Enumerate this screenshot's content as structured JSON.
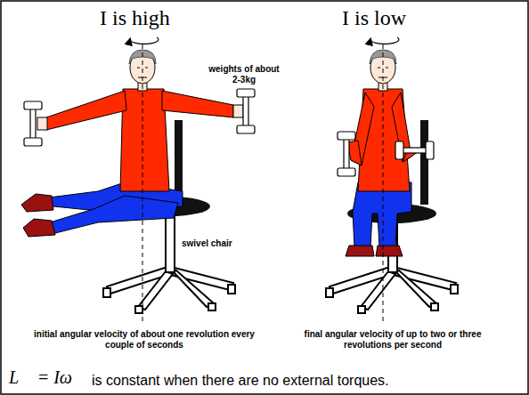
{
  "diagram": {
    "labels": [
      "I is high",
      "I is low",
      "weights of about 2-3kg",
      "swivel chair",
      "initial angular velocity of about one revolution every couple of seconds",
      "final angular velocity of up to two or three revolutions per second",
      "L⃗ = Iω⃗",
      "is constant when there are no external torques."
    ]
  }
}
